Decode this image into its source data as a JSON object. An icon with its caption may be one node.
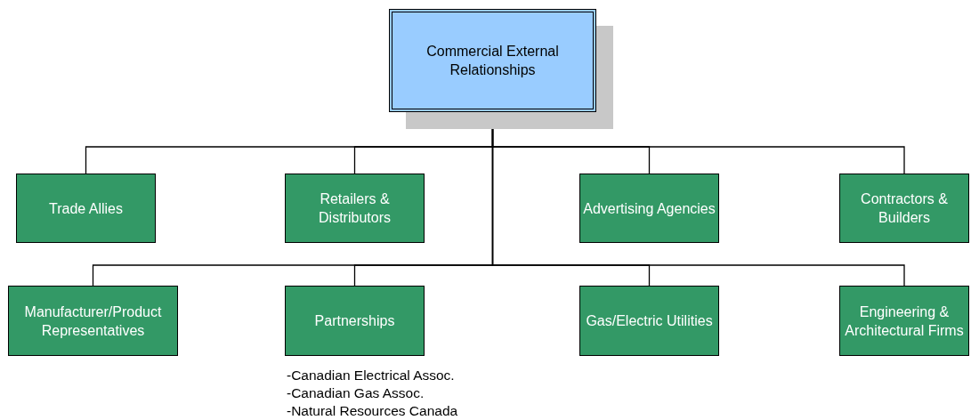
{
  "diagram": {
    "nodes": [
      {
        "text": [
          "Commercial External Relationships"
        ]
      },
      {
        "text": [
          "Trade Allies"
        ]
      },
      {
        "text": [
          "Retailers & Distributors"
        ]
      },
      {
        "text": [
          "Advertising Agencies"
        ]
      },
      {
        "text": [
          "Contractors & Builders"
        ]
      },
      {
        "text": [
          "Manufacturer/Product Representatives"
        ]
      },
      {
        "text": [
          "Partnerships"
        ],
        "beside": [
          "-Canadian Electrical Assoc.",
          "-Canadian Gas Assoc.",
          "-Natural Resources Canada"
        ]
      },
      {
        "text": [
          "Gas/Electric Utilities"
        ]
      },
      {
        "text": [
          "Engineering & Architectural Firms"
        ]
      }
    ],
    "edges": [
      {
        "from": 0,
        "to": 1,
        "arrow": "none"
      },
      {
        "from": 0,
        "to": 2,
        "arrow": "none"
      },
      {
        "from": 0,
        "to": 3,
        "arrow": "none"
      },
      {
        "from": 0,
        "to": 4,
        "arrow": "none"
      },
      {
        "from": 0,
        "to": 5,
        "arrow": "none"
      },
      {
        "from": 0,
        "to": 6,
        "arrow": "none"
      },
      {
        "from": 0,
        "to": 7,
        "arrow": "none"
      },
      {
        "from": 0,
        "to": 8,
        "arrow": "none"
      }
    ]
  }
}
